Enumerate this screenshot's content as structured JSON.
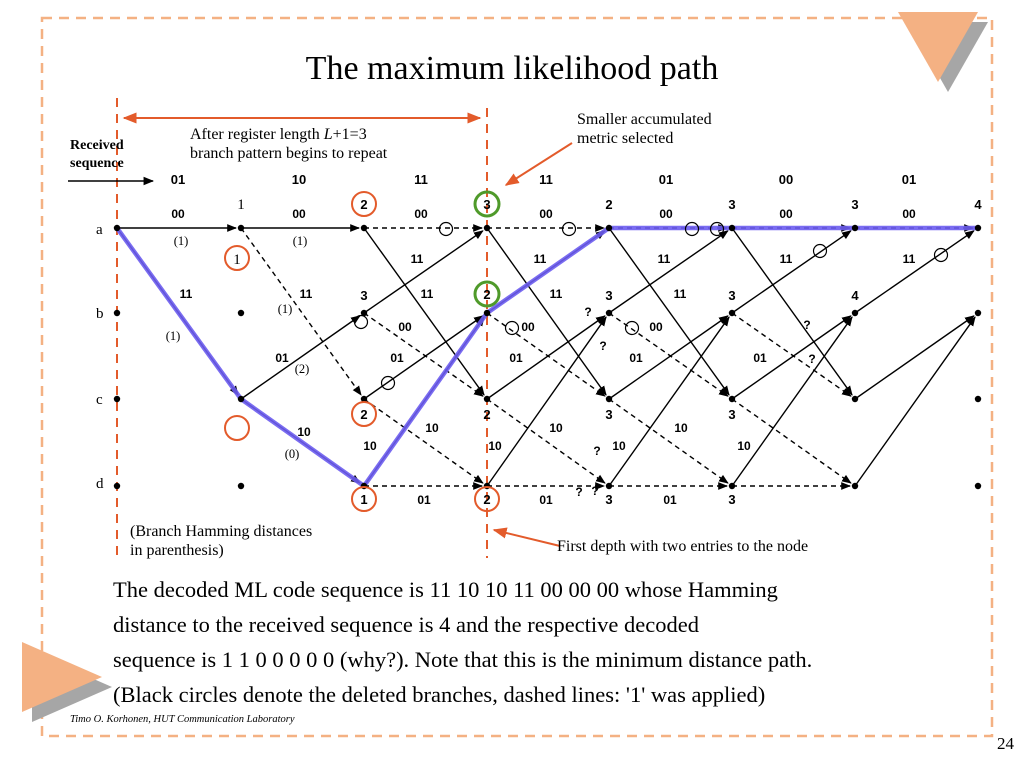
{
  "slide": {
    "title": "The maximum likelihood path",
    "footer": "Timo O. Korhonen, HUT Communication Laboratory",
    "page_number": "24",
    "accent_color": "#f4b183",
    "path_color": "#6b5cf0",
    "circle_red": "#e35b2b",
    "circle_green": "#4f9a2a"
  },
  "annotations": {
    "register": "After register length L+1=3 branch pattern begins to repeat",
    "register_line1_pre": "After register length ",
    "register_line1_L": "L",
    "register_line1_post": "+1=3",
    "register_line2": "branch pattern begins to repeat",
    "smaller_line1": "Smaller accumulated",
    "smaller_line2": "metric selected",
    "received_line1": "Received",
    "received_line2": "sequence",
    "hamming_line1": "(Branch Hamming distances",
    "hamming_line2": "in parenthesis)",
    "first_depth": "First depth with two entries to the node"
  },
  "body": {
    "line1": "The decoded ML code sequence is 11 10 10 11 00 00 00 whose Hamming",
    "line2": "distance to the received sequence is 4 and the respective decoded",
    "line3": "sequence is 1 1 0 0 0 0 0 (why?). Note that this is the minimum distance path.",
    "line4": "(Black circles denote the deleted branches, dashed lines: '1' was applied)"
  },
  "trellis": {
    "state_labels": [
      "a",
      "b",
      "c",
      "d"
    ],
    "received_sequence": [
      "01",
      "10",
      "11",
      "11",
      "01",
      "00",
      "01"
    ],
    "accumulated_metrics": {
      "t1": {
        "a": "1",
        "c": "1"
      },
      "t2": {
        "a": "2",
        "b": "3",
        "c": "2",
        "d": "1"
      },
      "t3": {
        "a": "3",
        "b": "2",
        "c": "2",
        "d": "2"
      },
      "t4": {
        "a": "2",
        "b": "3",
        "c": "3",
        "d": "3"
      },
      "t5": {
        "a": "3",
        "b": "3",
        "c": "3",
        "d": "3"
      },
      "t6": {
        "a": "3",
        "b": "4"
      },
      "t7": {
        "a": "4"
      }
    },
    "branch_distances": [
      "(1)",
      "(1)",
      "(1)",
      "(1)",
      "(2)",
      "(0)"
    ],
    "question_marks": [
      "?",
      "?",
      "?",
      "?",
      "?",
      "?",
      "?"
    ],
    "branch_labels": {
      "aa": "00",
      "ab": "11",
      "ba": "11",
      "bc": "00",
      "ca": "01",
      "cb": "10",
      "dc": "10",
      "dd": "01"
    }
  }
}
